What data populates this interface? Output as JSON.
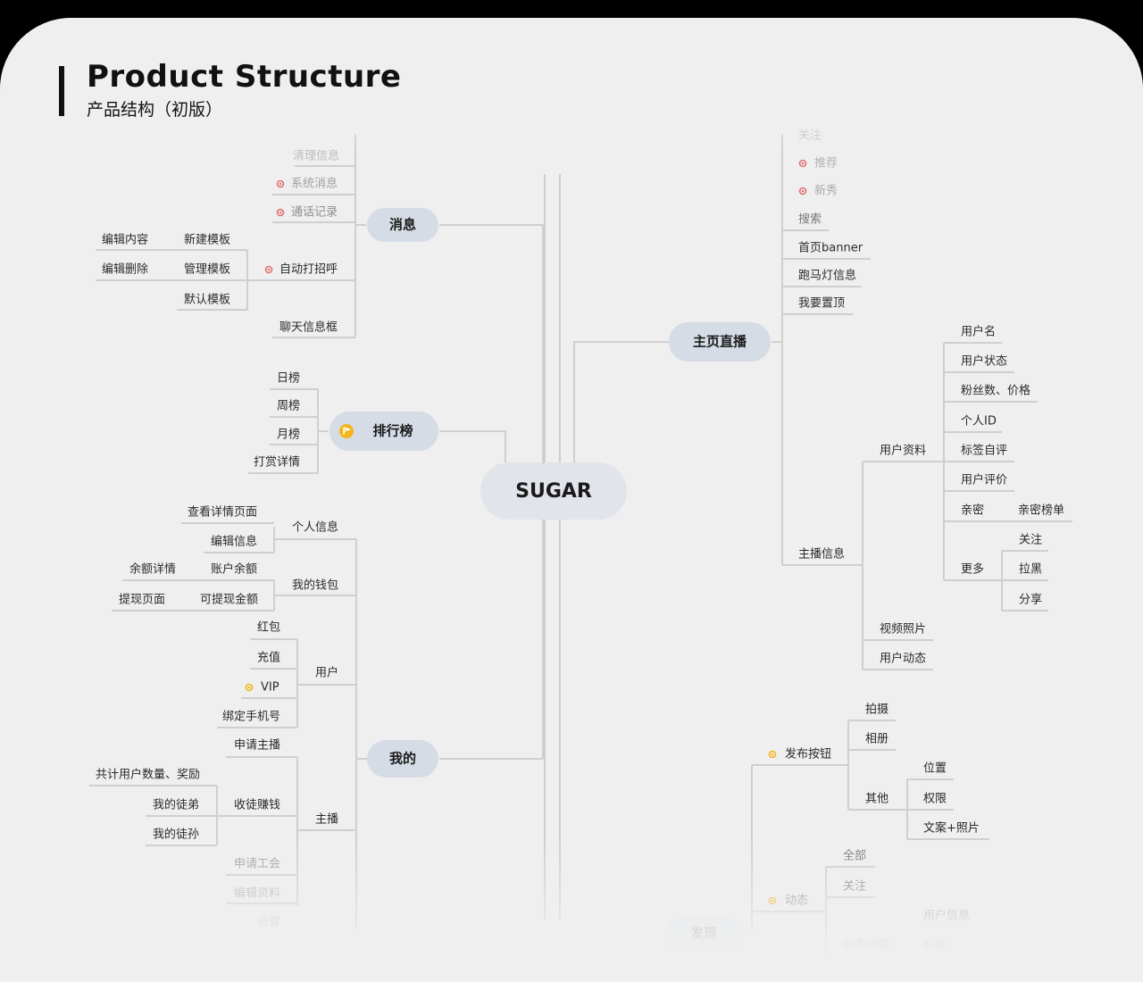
{
  "header": {
    "title": "Product Structure",
    "subtitle": "产品结构（初版）"
  },
  "root": "SUGAR",
  "nodes": {
    "xiaoxi": "消息",
    "paihangbang": "排行榜",
    "wode": "我的",
    "zhuye": "主页直播",
    "faxian": "发现",
    "faded_top_left": "清理信息",
    "xitong": "系统消息",
    "tonghua": "通话记录",
    "zidong": "自动打招呼",
    "liaotian": "聊天信息框",
    "xinjian": "新建模板",
    "guanli": "管理模板",
    "moren": "默认模板",
    "bianji_neirong": "编辑内容",
    "bianji_shanchu": "编辑删除",
    "ribang": "日榜",
    "zhoubang": "周榜",
    "yuebang": "月榜",
    "dashang": "打赏详情",
    "geren": "个人信息",
    "chakan": "查看详情页面",
    "bianji_xinxi": "编辑信息",
    "qianbao": "我的钱包",
    "zhanghu": "账户余额",
    "yue_xq": "余额详情",
    "tixian_je": "可提现金额",
    "tixian_ym": "提现页面",
    "yonghu": "用户",
    "hongbao": "红包",
    "chongzhi": "充值",
    "vip": "VIP",
    "bangding": "绑定手机号",
    "zhubo": "主播",
    "shenqing_zb": "申请主播",
    "shoutu": "收徒赚钱",
    "gongji": "共计用户数量、奖励",
    "tudi": "我的徒弟",
    "tusun": "我的徒孙",
    "shenqing_gh": "申请工会",
    "bianji_zl": "编辑资料",
    "faded_bottom": "设置",
    "faded_r1": "关注",
    "faded_r2": "推荐",
    "faded_r3": "新秀",
    "sousuo": "搜索",
    "banner": "首页banner",
    "paomadeng": "跑马灯信息",
    "zhiding": "我要置顶",
    "zhubo_xx": "主播信息",
    "yonghu_zl": "用户资料",
    "yonghuming": "用户名",
    "zhuangtai": "用户状态",
    "fensi": "粉丝数、价格",
    "gerenid": "个人ID",
    "biaoqian": "标签自评",
    "pingjia": "用户评价",
    "qinmi": "亲密",
    "qinmi_bd": "亲密榜单",
    "gengduo": "更多",
    "guanzhu": "关注",
    "lahei": "拉黑",
    "fenxiang": "分享",
    "shipin": "视频照片",
    "dongtai_yh": "用户动态",
    "fabu": "发布按钮",
    "paishe": "拍摄",
    "xiangce": "相册",
    "qita": "其他",
    "weizhi": "位置",
    "quanxian": "权限",
    "wenan": "文案+照片",
    "dongtai": "动态",
    "quanbu": "全部",
    "guanzhu2": "关注",
    "yonghu_xx": "用户信息",
    "sixin": "私信",
    "faded_b2": "动态详情"
  },
  "colors": {
    "line": "#cfcfcf",
    "pill": "#d5dce6",
    "root_pill": "#e1e4ea",
    "flag": "#f3b51a",
    "red_dot": "#e37070"
  }
}
